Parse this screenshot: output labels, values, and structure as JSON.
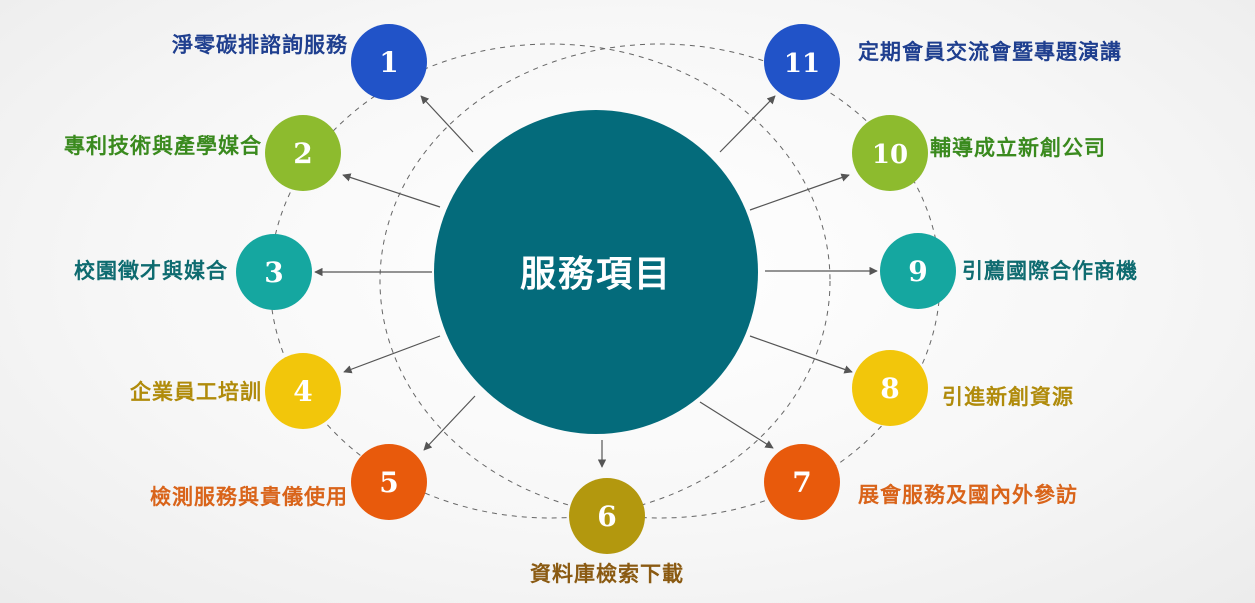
{
  "center": {
    "title": "服務項目",
    "color": "#046b7b"
  },
  "services": [
    {
      "num": "1",
      "label": "淨零碳排諮詢服務",
      "color": "#2153c8",
      "text_color": "#1f3f8f"
    },
    {
      "num": "2",
      "label": "專利技術與產學媒合",
      "color": "#8dbb2e",
      "text_color": "#3a8a1e"
    },
    {
      "num": "3",
      "label": "校園徵才與媒合",
      "color": "#15a7a0",
      "text_color": "#0e6b70"
    },
    {
      "num": "4",
      "label": "企業員工培訓",
      "color": "#f2c60b",
      "text_color": "#b08b0b"
    },
    {
      "num": "5",
      "label": "檢測服務與貴儀使用",
      "color": "#e85a0c",
      "text_color": "#d9641a"
    },
    {
      "num": "6",
      "label": "資料庫檢索下載",
      "color": "#b3980e",
      "text_color": "#8a5a12"
    },
    {
      "num": "7",
      "label": "展會服務及國內外參訪",
      "color": "#e85a0c",
      "text_color": "#d9641a"
    },
    {
      "num": "8",
      "label": "引進新創資源",
      "color": "#f2c60b",
      "text_color": "#b08b0b"
    },
    {
      "num": "9",
      "label": "引薦國際合作商機",
      "color": "#15a7a0",
      "text_color": "#0e6b70"
    },
    {
      "num": "10",
      "label": "輔導成立新創公司",
      "color": "#8dbb2e",
      "text_color": "#3a8a1e"
    },
    {
      "num": "11",
      "label": "定期會員交流會暨專題演講",
      "color": "#2153c8",
      "text_color": "#1f3f8f"
    }
  ]
}
